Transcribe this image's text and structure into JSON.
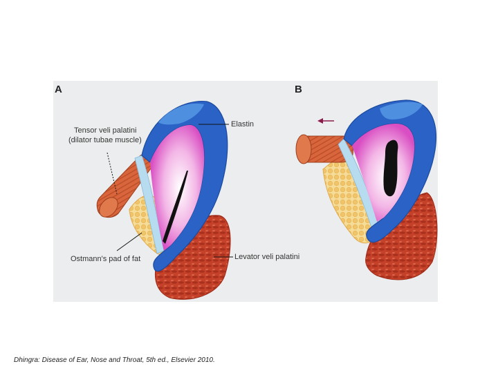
{
  "figure": {
    "panel_a_letter": "A",
    "panel_b_letter": "B",
    "labels": {
      "tensor_line1": "Tensor veli palatini",
      "tensor_line2": "(dilator tubae muscle)",
      "elastin": "Elastin",
      "ostmann": "Ostmann's pad of fat",
      "levator": "Levator veli palatini"
    },
    "colors": {
      "cartilage_blue": "#2a62c6",
      "cartilage_light": "#4f8fe0",
      "lumen_pink": "#e06ccc",
      "muscle_red": "#c9452c",
      "tensor_orange": "#d9663a",
      "fat_yellow": "#f2d184",
      "arrow": "#8b1a4a"
    }
  },
  "citation": "Dhingra: Disease of Ear, Nose and Throat, 5th ed., Elsevier 2010."
}
